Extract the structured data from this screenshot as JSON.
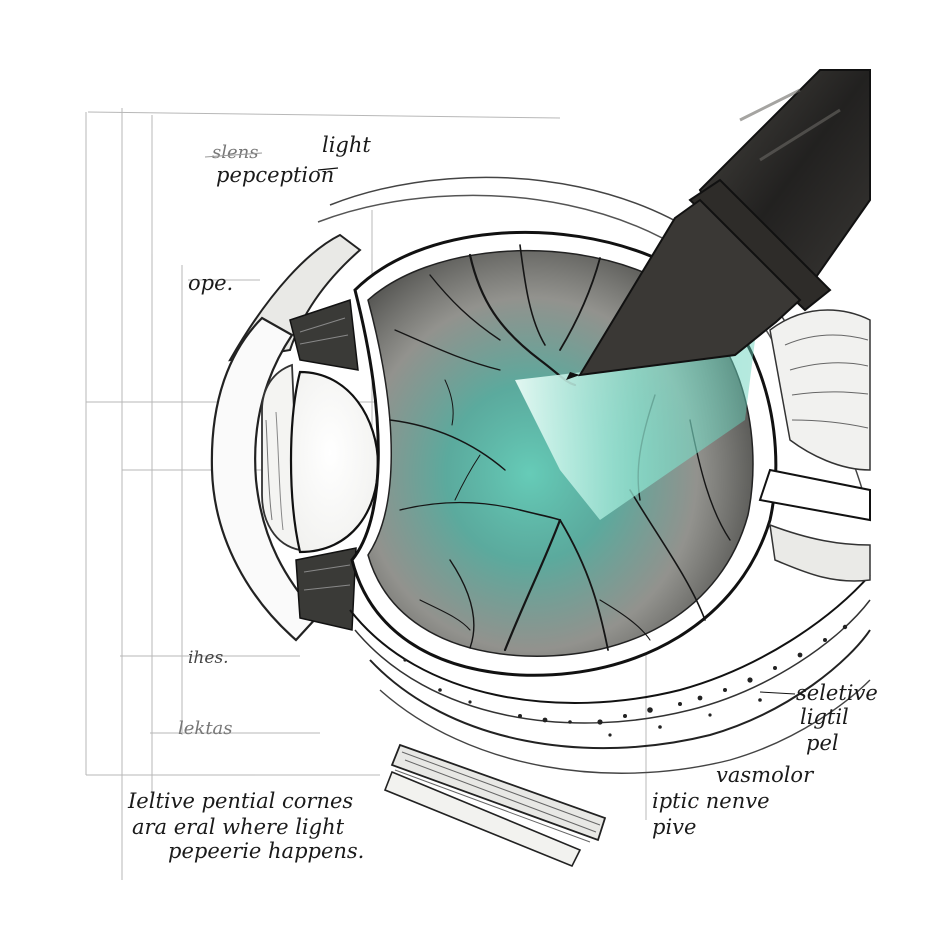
{
  "labels": {
    "slens": "slens",
    "light": "light",
    "perception": "pepception",
    "ope": "ope.",
    "ihes": "ihes.",
    "lektas": "lektas",
    "selective": "seletive",
    "light2": "ligtil",
    "pel": "pel",
    "vasmolor": "vasmolor",
    "optic_nerve": "iptic  nenve",
    "pive": "pive",
    "caption_line1": "Ieltive  pential  cornes",
    "caption_line2": "ara  eral  where  light",
    "caption_line3": "pepeerie  happens."
  },
  "colors": {
    "ink": "#1a1a1a",
    "teal_wash": "#4fc4ad",
    "grey_wash": "#6d6d66",
    "guide_line": "#9a9a9a",
    "tube": "#2e2c29"
  },
  "icons": {
    "instrument": "light-probe-icon",
    "eye": "eye-cross-section-icon"
  }
}
